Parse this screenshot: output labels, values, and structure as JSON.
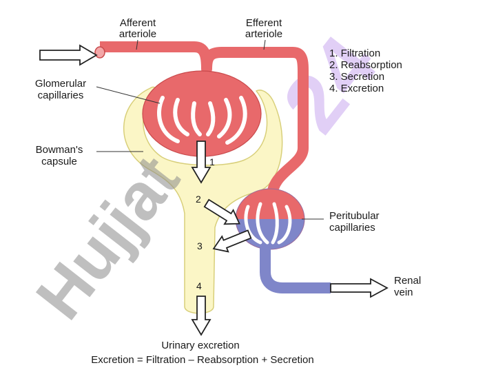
{
  "labels": {
    "afferent_line1": "Afferent",
    "afferent_line2": "arteriole",
    "efferent_line1": "Efferent",
    "efferent_line2": "arteriole",
    "glomerular_line1": "Glomerular",
    "glomerular_line2": "capillaries",
    "bowman_line1": "Bowman's",
    "bowman_line2": "capsule",
    "peritubular_line1": "Peritubular",
    "peritubular_line2": "capillaries",
    "renal_line1": "Renal",
    "renal_line2": "vein",
    "urinary": "Urinary excretion",
    "equation": "Excretion = Filtration – Reabsorption + Secretion"
  },
  "legend": [
    "1. Filtration",
    "2. Reabsorption",
    "3. Secretion",
    "4. Excretion"
  ],
  "step_numbers": {
    "one": "1",
    "two": "2",
    "three": "3",
    "four": "4"
  },
  "watermark": {
    "text": "Hujjat",
    "logo_text": "24"
  },
  "colors": {
    "artery": "#e8696b",
    "artery_dark": "#c94a4c",
    "vein": "#7f86c9",
    "vein_dark": "#5f66a8",
    "capsule_fill": "#fbf6c6",
    "capsule_stroke": "#d8cf7a",
    "watermark_gray": "#8c8c8c",
    "watermark_purple": "#c9a8f0"
  }
}
